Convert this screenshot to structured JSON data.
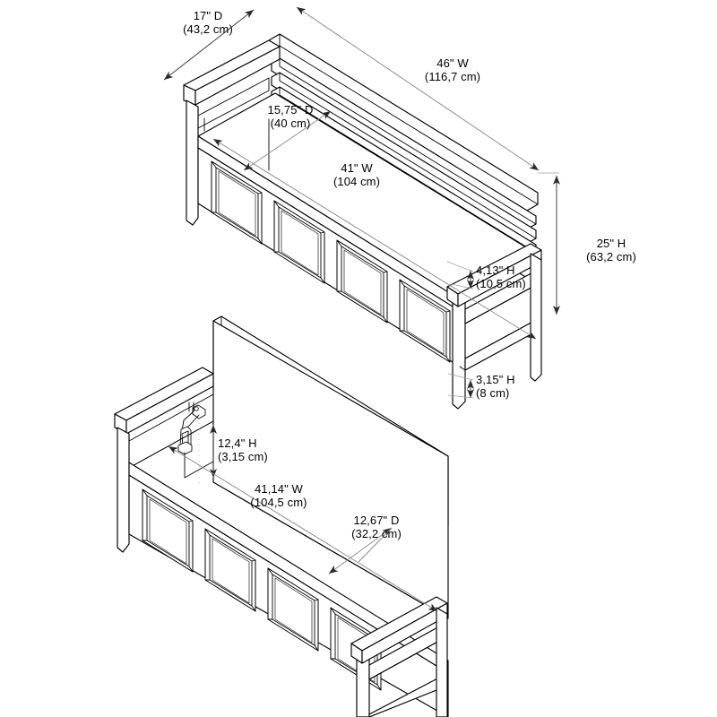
{
  "drawing": {
    "title": "Storage bench dimension drawing",
    "background_color": "#ffffff",
    "line_color": "#000000",
    "dimension_line_color": "#8a8a8a",
    "views": [
      {
        "name": "bench-closed-view",
        "description": "Isometric view of storage bench with seat lid closed"
      },
      {
        "name": "bench-open-view",
        "description": "Isometric view of storage bench with seat lid open showing storage compartment"
      }
    ]
  },
  "dimensions": {
    "depth_overall": {
      "imperial": "17\" D",
      "metric": "(43,2 cm)"
    },
    "width_overall": {
      "imperial": "46\" W",
      "metric": "(116,7 cm)"
    },
    "seat_depth": {
      "imperial": "15,75\" D",
      "metric": "(40 cm)"
    },
    "seat_width": {
      "imperial": "41\" W",
      "metric": "(104 cm)"
    },
    "height_overall": {
      "imperial": "25\" H",
      "metric": "(63,2 cm)"
    },
    "apron_height": {
      "imperial": "4,13\" H",
      "metric": "(10,5 cm)"
    },
    "floor_clearance": {
      "imperial": "3,15\" H",
      "metric": "(8 cm)"
    },
    "storage_height": {
      "imperial": "12,4\" H",
      "metric": "(3,15 cm)"
    },
    "storage_width": {
      "imperial": "41,14\" W",
      "metric": "(104,5 cm)"
    },
    "storage_depth": {
      "imperial": "12,67\" D",
      "metric": "(32,2 cm)"
    }
  }
}
